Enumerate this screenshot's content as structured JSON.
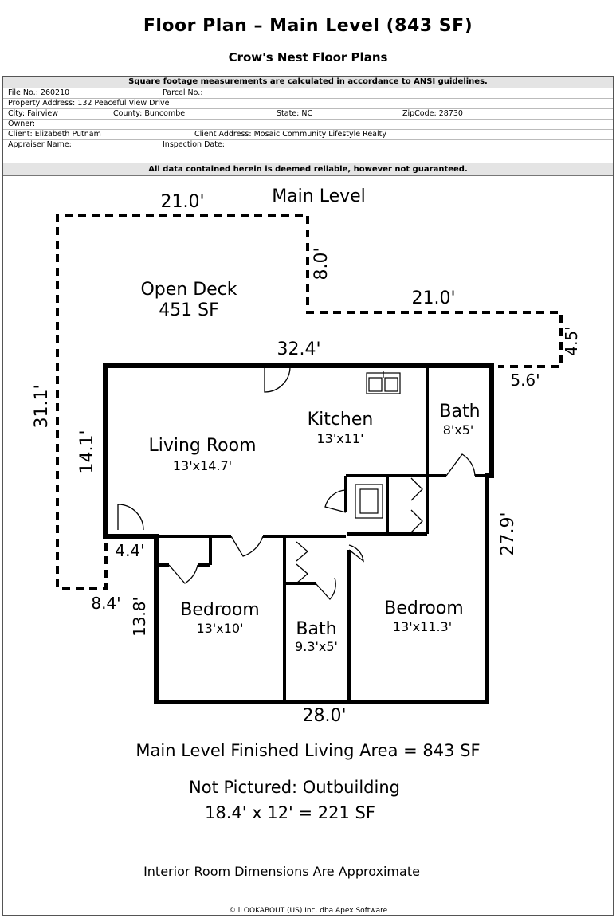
{
  "header": {
    "title": "Floor Plan – Main Level (843 SF)",
    "subtitle": "Crow's Nest Floor Plans"
  },
  "info": {
    "notice": "Square footage measurements are calculated in accordance to ANSI guidelines.",
    "file_no": "File No.: 260210",
    "parcel_no": "Parcel No.:",
    "property_address": "Property Address: 132 Peaceful View Drive",
    "city": "City: Fairview",
    "county": "County: Buncombe",
    "state": "State: NC",
    "zip": "ZipCode: 28730",
    "owner": "Owner:",
    "client": "Client: Elizabeth Putnam",
    "client_address": "Client Address: Mosaic Community Lifestyle Realty",
    "appraiser": "Appraiser Name:",
    "inspection_date": "Inspection Date:",
    "disclaimer": "All data contained herein is deemed reliable, however not guaranteed."
  },
  "plan": {
    "level_label": "Main Level",
    "deck": {
      "name": "Open Deck",
      "area": "451 SF"
    },
    "dimensions": {
      "deck_top": "21.0'",
      "deck_step_vertical": "8.0'",
      "deck_right_top": "21.0'",
      "deck_right_vertical": "4.5'",
      "deck_right_bottom": "5.6'",
      "deck_left": "31.1'",
      "deck_bottom": "8.4'",
      "house_top": "32.4'",
      "house_left_upper": "14.1'",
      "house_notch": "4.4'",
      "house_left_lower": "13.8'",
      "house_right": "27.9'",
      "house_bottom": "28.0'"
    },
    "rooms": {
      "living": {
        "name": "Living Room",
        "size": "13'x14.7'"
      },
      "kitchen": {
        "name": "Kitchen",
        "size": "13'x11'"
      },
      "bath1": {
        "name": "Bath",
        "size": "8'x5'"
      },
      "bedroom1": {
        "name": "Bedroom",
        "size": "13'x10'"
      },
      "bath2": {
        "name": "Bath",
        "size": "9.3'x5'"
      },
      "bedroom2": {
        "name": "Bedroom",
        "size": "13'x11.3'"
      }
    }
  },
  "summary": {
    "finished_area": "Main Level Finished Living Area = 843 SF",
    "not_pictured": "Not Pictured: Outbuilding",
    "outbuilding": "18.4' x 12' = 221 SF",
    "note": "Interior Room Dimensions Are Approximate"
  },
  "copyright": "© iLOOKABOUT (US) Inc. dba Apex Software"
}
